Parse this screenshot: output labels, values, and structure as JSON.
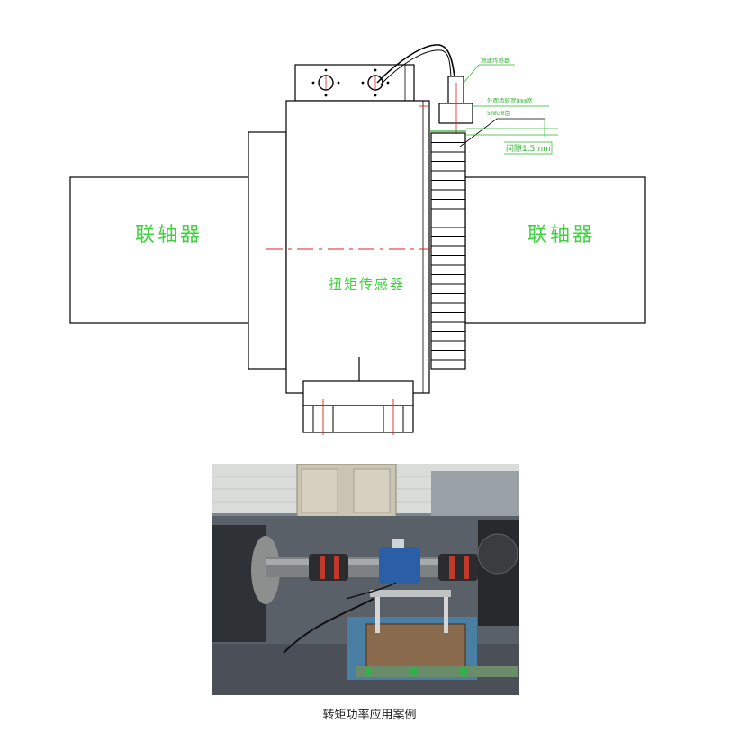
{
  "diagram": {
    "coupling_left_label": "联轴器",
    "coupling_right_label": "联轴器",
    "sensor_label": "扭矩传感器",
    "annotations": {
      "speed_sensor": "测速传感器",
      "mount_spec": "外面齿轮宽8mm宽",
      "teeth_spec": "5mm30齿",
      "gap": "间隙1.5mm"
    },
    "colors": {
      "outline": "#000000",
      "label_green": "#3ed33e",
      "centerline_red": "#e02020"
    }
  },
  "photo": {
    "description_caption": "转矩功率应用案例"
  }
}
